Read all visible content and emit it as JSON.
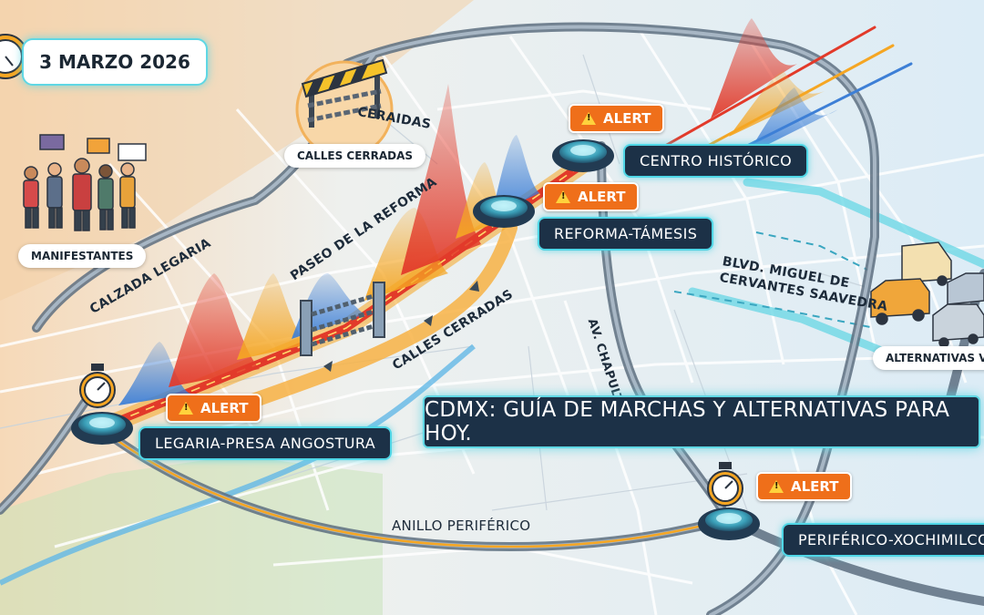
{
  "date": "3 MARZO 2026",
  "title": "CDMX: GUÍA DE MARCHAS Y ALTERNATIVAS PARA HOY.",
  "alert_label": "ALERT",
  "nodes": {
    "centro": "CENTRO HISTÓRICO",
    "reforma": "REFORMA-TÁMESIS",
    "legaria": "LEGARIA-PRESA ANGOSTURA",
    "periferico": "PERIFÉRICO-XOCHIMILCO"
  },
  "roads": {
    "calzada": "CALZADA LEGARIA",
    "paseo": "PASEO DE LA REFORMA",
    "calles_cerradas": "CALLES CERRADAS",
    "ceraidas": "CERAIDAS",
    "chapultepec": "AV. CHAPULTEPEC",
    "blvd_line1": "BLVD. MIGUEL DE",
    "blvd_line2": "CERVANTES SAAVEDRA",
    "anillo": "ANILLO PERIFÉRICO"
  },
  "callouts": {
    "manifestantes": "MANIFESTANTES",
    "calles_cerradas_icon": "CALLES CERRADAS",
    "alternativas": "ALTERNATIVAS VIA"
  },
  "colors": {
    "congestion_high": "#e23a2a",
    "congestion_mid": "#f5a623",
    "congestion_low": "#3d7fd6",
    "alert": "#ef6f1a",
    "glow": "#5fd7e4",
    "dark_panel": "#1c3147"
  }
}
